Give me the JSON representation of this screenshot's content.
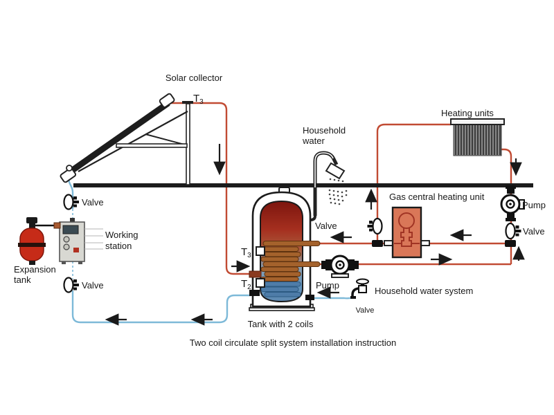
{
  "caption": "Two coil circulate split system installation instruction",
  "labels": {
    "solar_collector": "Solar collector",
    "collector_sensor": {
      "t": "T",
      "sub": "3"
    },
    "valve_top_left": "Valve",
    "valve_bottom_left": "Valve",
    "valve_center": "Valve",
    "valve_right": "Valve",
    "valve_faucet": "Valve",
    "working_station": {
      "line1": "Working",
      "line2": "station"
    },
    "expansion_tank": {
      "line1": "Expansion",
      "line2": "tank"
    },
    "household_water": {
      "line1": "Household",
      "line2": "water"
    },
    "heating_units": "Heating units",
    "gas_unit": "Gas central heating unit",
    "pump_right": "Pump",
    "pump_center": "Pump",
    "tank_sensor_t3": {
      "t": "T",
      "sub": "3"
    },
    "tank_sensor_t2": {
      "t": "T",
      "sub": "2"
    },
    "tank": "Tank with 2 coils",
    "household_water_system": "Household water system"
  },
  "colors": {
    "pipe_hot": "#c14b33",
    "pipe_cold": "#7db9d8",
    "coil_hot": "#a4622c",
    "coil_cold": "#4e7ca8",
    "tank_top": "#7d150e",
    "tank_bottom": "#5d88b0",
    "expansion_tank": "#c62b18",
    "gas_unit": "#d97758",
    "wall": "#1c1c1c"
  }
}
